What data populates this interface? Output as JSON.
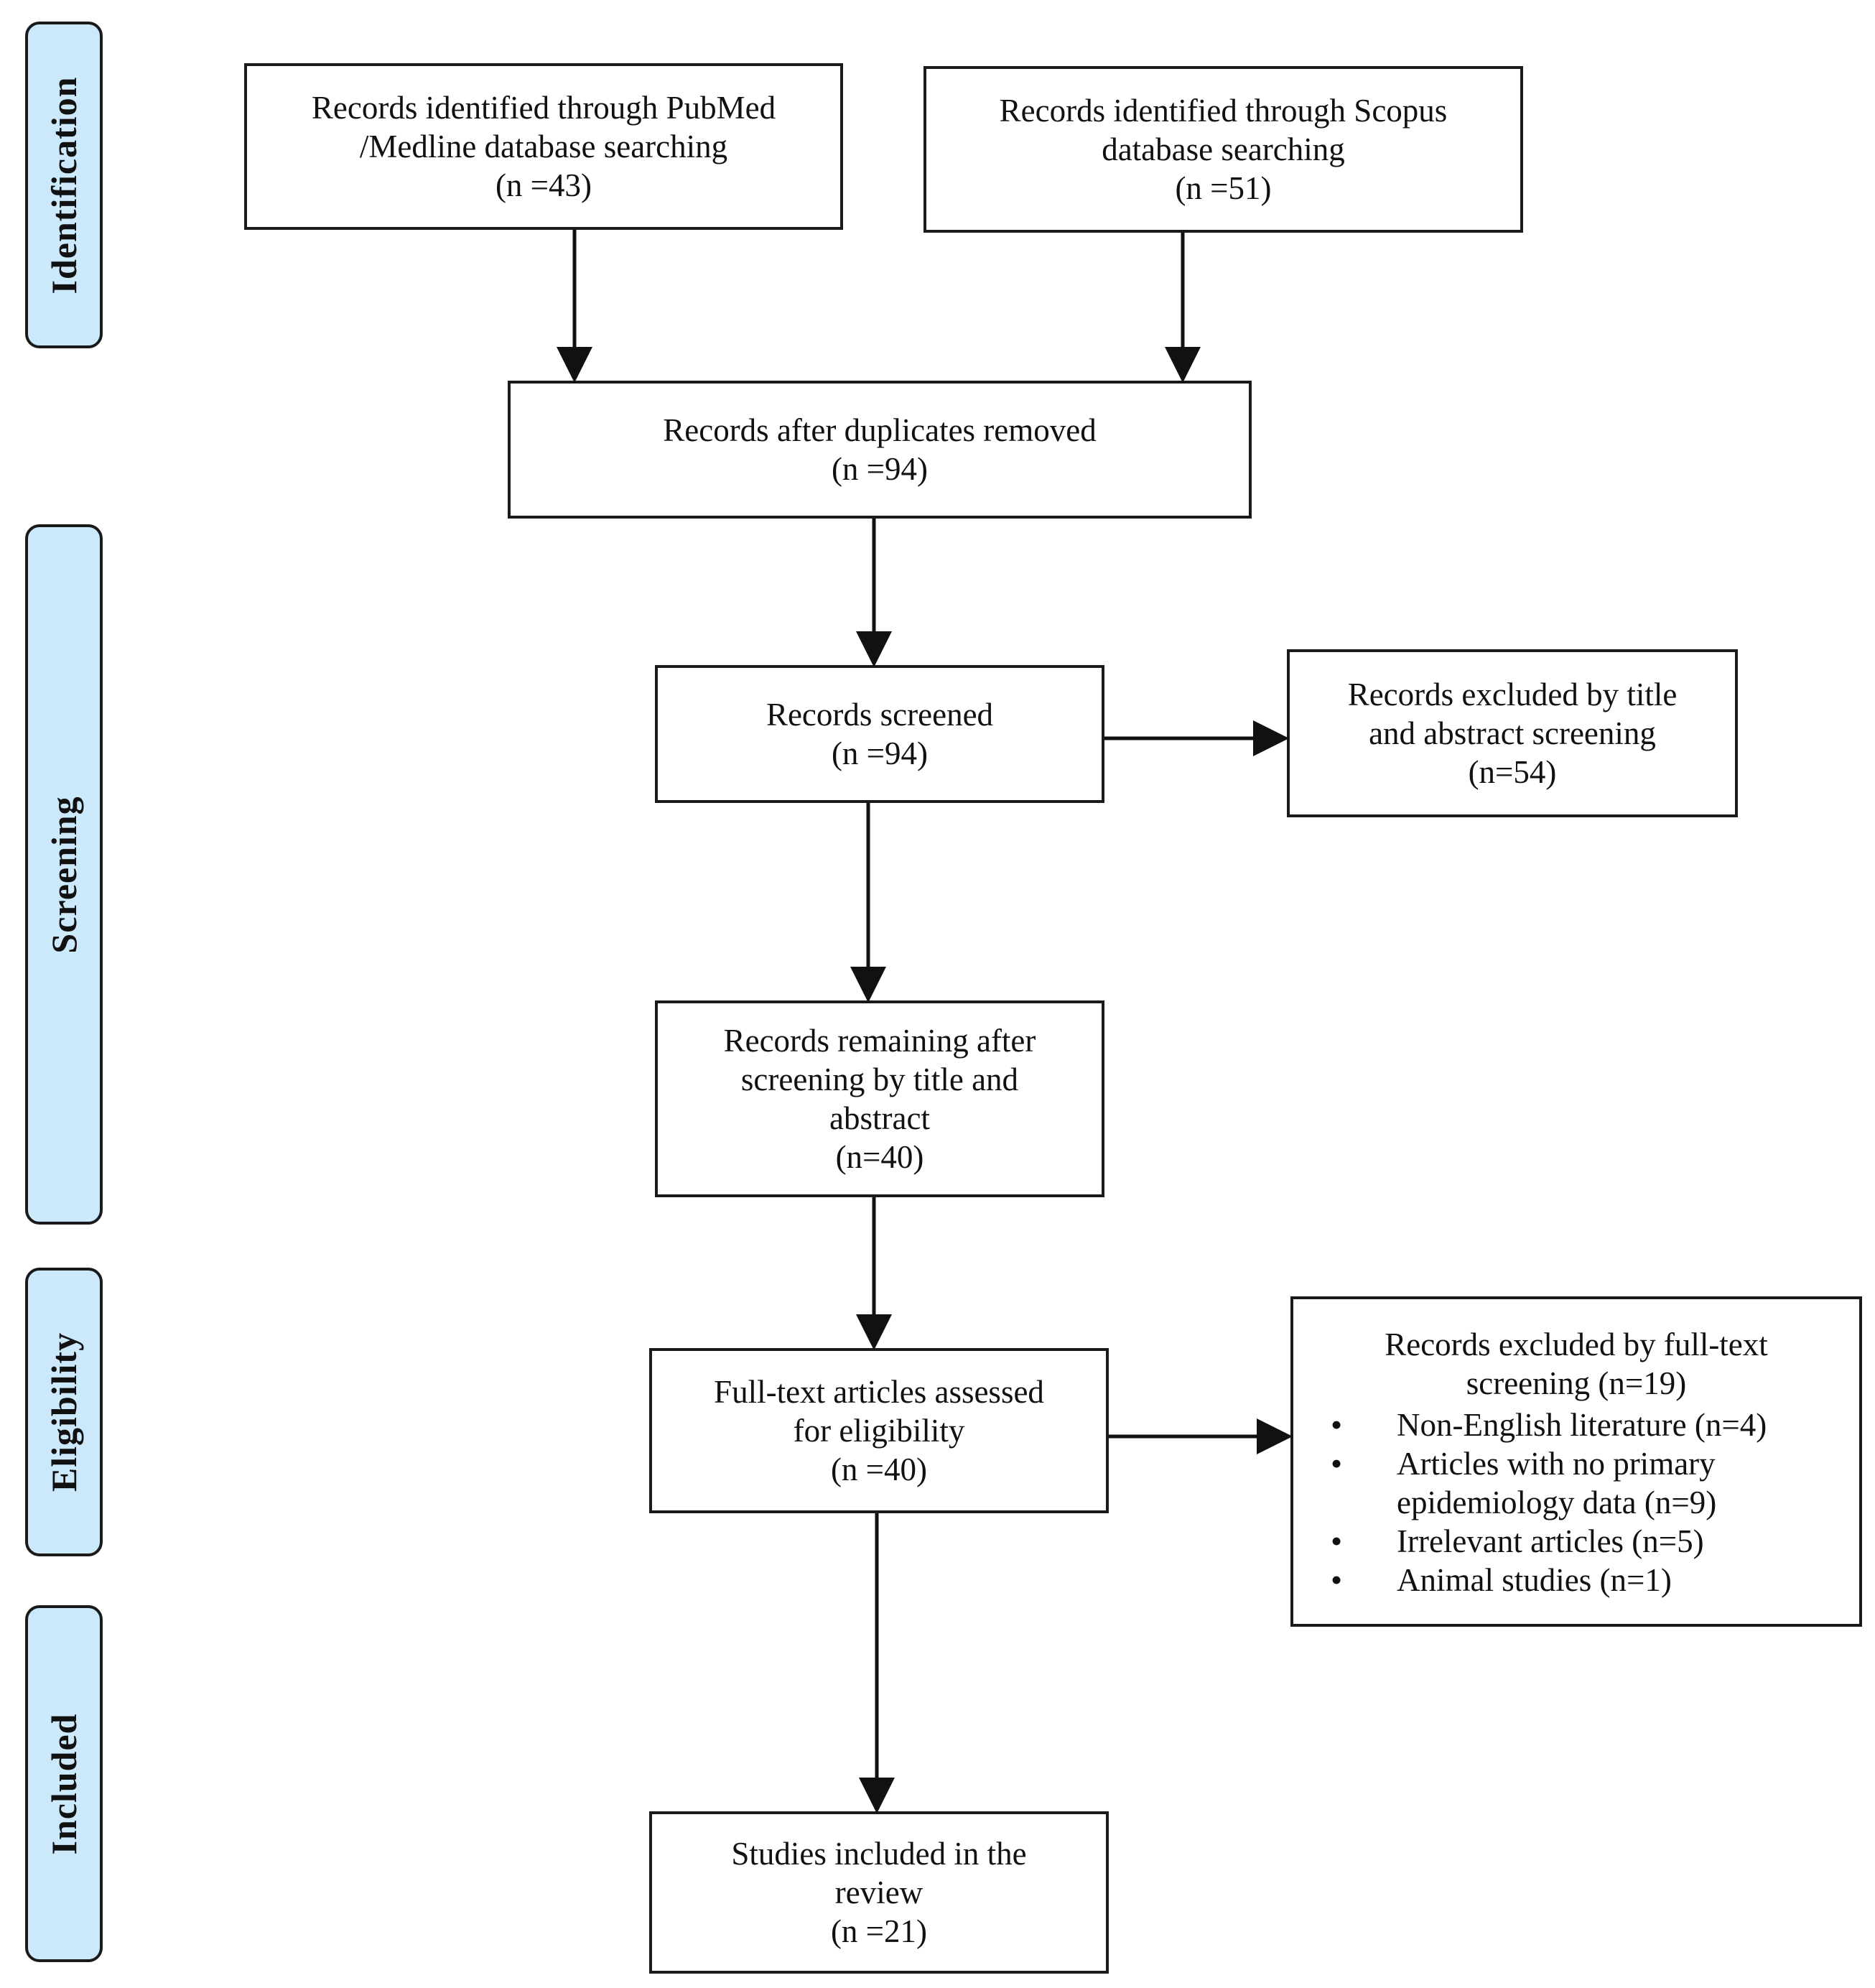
{
  "phases": {
    "identification": "Identification",
    "screening": "Screening",
    "eligibility": "Eligibility",
    "included": "Included"
  },
  "boxes": {
    "pubmed": {
      "line1": "Records identified through PubMed",
      "line2": "/Medline database searching",
      "line3": "(n =43)"
    },
    "scopus": {
      "line1": "Records identified through Scopus",
      "line2": "database searching",
      "line3": "(n =51)"
    },
    "duplicates": {
      "line1": "Records after duplicates removed",
      "line2": "(n =94)"
    },
    "screened": {
      "line1": "Records screened",
      "line2": "(n =94)"
    },
    "excluded_title": {
      "line1": "Records excluded by title",
      "line2": "and abstract screening",
      "line3": "(n=54)"
    },
    "remaining": {
      "line1": "Records remaining after",
      "line2": "screening by title and",
      "line3": "abstract",
      "line4": "(n=40)"
    },
    "fulltext": {
      "line1": "Full-text articles assessed",
      "line2": "for eligibility",
      "line3": "(n =40)"
    },
    "excluded_fulltext": {
      "line1": "Records excluded by full-text",
      "line2": "screening (n=19)",
      "items": [
        {
          "line1": "Non-English literature (n=4)"
        },
        {
          "line1": "Articles with no primary",
          "line2": "epidemiology data (n=9)"
        },
        {
          "line1": "Irrelevant articles (n=5)"
        },
        {
          "line1": "Animal studies (n=1)"
        }
      ]
    },
    "included": {
      "line1": "Studies included in the",
      "line2": "review",
      "line3": "(n =21)"
    }
  }
}
